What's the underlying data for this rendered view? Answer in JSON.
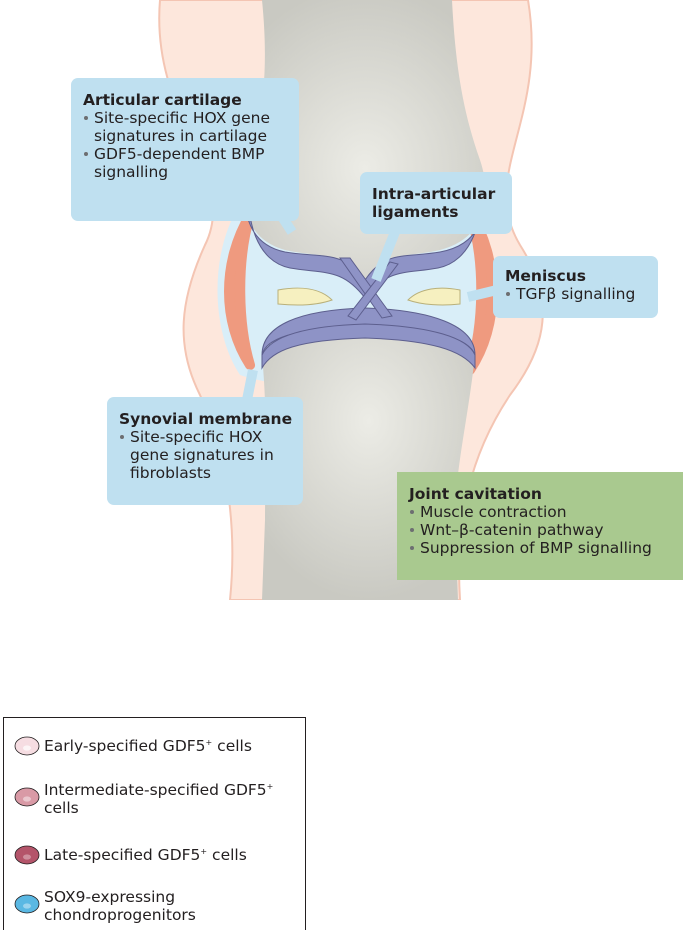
{
  "callouts": {
    "articular_cartilage": {
      "title": "Articular cartilage",
      "bullets": [
        "Site-specific HOX gene signatures in cartilage",
        "GDF5-dependent BMP signalling"
      ]
    },
    "intra_articular_ligaments": {
      "title": "Intra-articular ligaments",
      "bullets": []
    },
    "meniscus": {
      "title": "Meniscus",
      "bullets": [
        "TGFβ signalling"
      ]
    },
    "synovial_membrane": {
      "title": "Synovial membrane",
      "bullets": [
        "Site-specific HOX gene signatures in fibroblasts"
      ]
    },
    "joint_cavitation": {
      "title": "Joint cavitation",
      "bullets": [
        "Muscle contraction",
        "Wnt–β-catenin pathway",
        "Suppression of BMP signalling"
      ]
    }
  },
  "legend": {
    "items": [
      {
        "label": "Early-specified GDF5",
        "sup": "+",
        "suffix": " cells",
        "color": "#f6dde2"
      },
      {
        "label": "Intermediate-specified GDF5",
        "sup": "+",
        "suffix": " cells",
        "color": "#d99aa6"
      },
      {
        "label": "Late-specified GDF5",
        "sup": "+",
        "suffix": " cells",
        "color": "#b4546a"
      },
      {
        "label": "SOX9-expressing chondroprogenitors",
        "sup": "",
        "suffix": "",
        "color": "#5ab8e3"
      }
    ]
  },
  "colors": {
    "callout_fill": "#bfe0f0",
    "cavitation_fill": "#a9c98f",
    "bone": "#dcdcd6",
    "cartilage": "#8e93c6",
    "synovium": "#ef9a7f",
    "skin": "#fde7dc",
    "meniscus": "#f6f0c0"
  }
}
